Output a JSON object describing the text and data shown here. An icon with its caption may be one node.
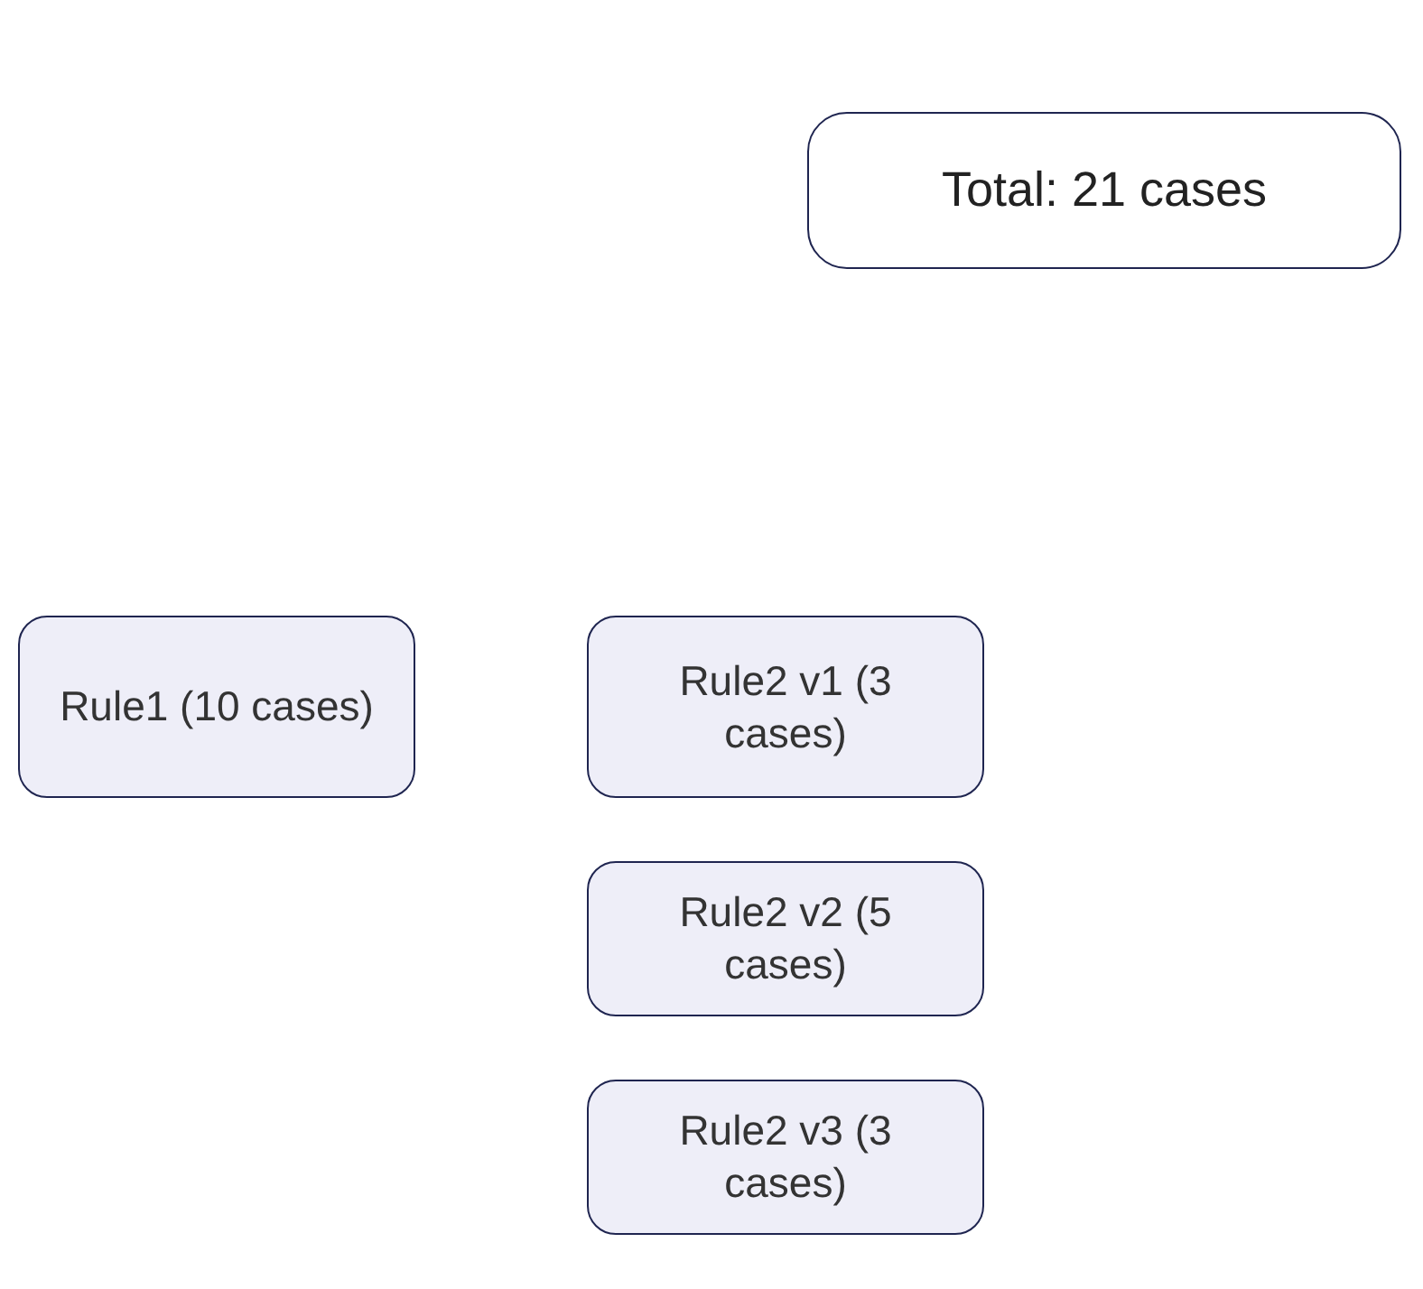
{
  "diagram": {
    "nodes": [
      {
        "text": [
          "Total: 21 cases"
        ]
      },
      {
        "text": [
          "Rule1 (10 cases)"
        ]
      },
      {
        "text": [
          "Rule2 v1 (3 cases)"
        ]
      },
      {
        "text": [
          "Rule2 v2 (5 cases)"
        ]
      },
      {
        "text": [
          "Rule2 v3 (3 cases)"
        ]
      }
    ]
  }
}
